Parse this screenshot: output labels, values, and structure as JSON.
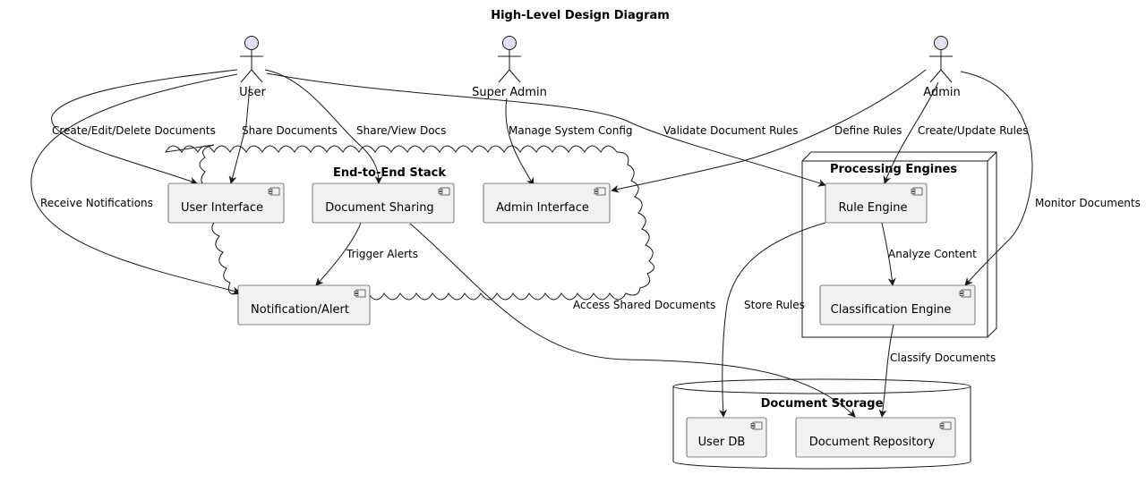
{
  "title": "High-Level Design Diagram",
  "actors": {
    "user": "User",
    "super_admin": "Super Admin",
    "admin": "Admin"
  },
  "groups": {
    "stack": "End-to-End Stack",
    "engines": "Processing Engines",
    "storage": "Document Storage"
  },
  "components": {
    "user_interface": "User Interface",
    "document_sharing": "Document Sharing",
    "admin_interface": "Admin Interface",
    "notification": "Notification/Alert",
    "rule_engine": "Rule Engine",
    "classification_engine": "Classification Engine",
    "user_db": "User DB",
    "document_repository": "Document Repository"
  },
  "edges": {
    "create_edit_delete": "Create/Edit/Delete Documents",
    "share_documents": "Share Documents",
    "share_view_docs": "Share/View Docs",
    "manage_system_config": "Manage System Config",
    "validate_document_rules": "Validate Document Rules",
    "define_rules": "Define Rules",
    "create_update_rules": "Create/Update Rules",
    "receive_notifications": "Receive Notifications",
    "monitor_documents": "Monitor Documents",
    "trigger_alerts": "Trigger Alerts",
    "analyze_content": "Analyze Content",
    "access_shared_documents": "Access Shared Documents",
    "store_rules": "Store Rules",
    "classify_documents": "Classify Documents"
  }
}
